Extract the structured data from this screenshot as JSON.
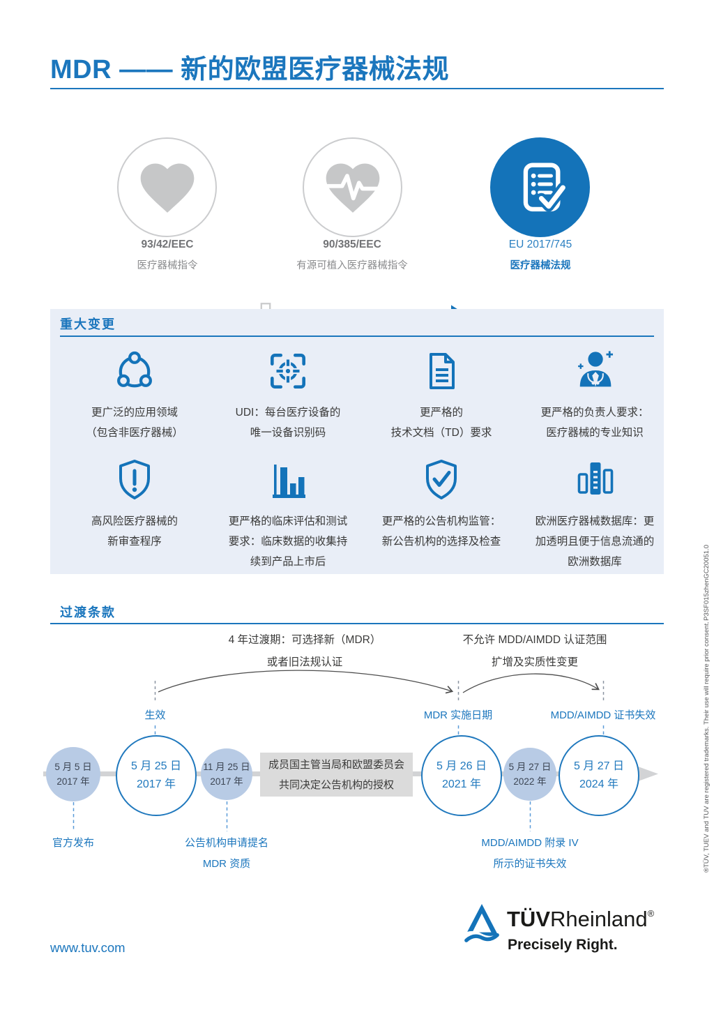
{
  "header": {
    "title": "MDR —— 新的欧盟医疗器械法规"
  },
  "evolution": {
    "items": [
      {
        "code": "93/42/EEC",
        "name": "医疗器械指令"
      },
      {
        "code": "90/385/EEC",
        "name": "有源可植入医疗器械指令"
      },
      {
        "code": "EU 2017/745",
        "name": "医疗器械法规"
      }
    ]
  },
  "changes": {
    "title": "重大变更",
    "items": [
      {
        "line1": "更广泛的应用领域",
        "line2": "（包含非医疗器械）"
      },
      {
        "line1": "UDI：每台医疗设备的",
        "line2": "唯一设备识别码"
      },
      {
        "line1": "更严格的",
        "line2": "技术文档（TD）要求"
      },
      {
        "line1": "更严格的负责人要求：",
        "line2": "医疗器械的专业知识"
      },
      {
        "line1": "高风险医疗器械的",
        "line2": "新审查程序"
      },
      {
        "line1": "更严格的临床评估和测试",
        "line2": "要求：临床数据的收集持",
        "line3": "续到产品上市后"
      },
      {
        "line1": "更严格的公告机构监管：",
        "line2": "新公告机构的选择及检查"
      },
      {
        "line1": "欧洲医疗器械数据库：更",
        "line2": "加透明且便于信息流通的",
        "line3": "欧洲数据库"
      }
    ]
  },
  "transition": {
    "title": "过渡条款",
    "note_left_1": "4 年过渡期：可选择新（MDR）",
    "note_left_2": "或者旧法规认证",
    "note_right_1": "不允许 MDD/AIMDD 认证范围",
    "note_right_2": "扩增及实质性变更",
    "label_effective": "生效",
    "label_mdr_date": "MDR 实施日期",
    "label_mdd_expiry": "MDD/AIMDD 证书失效",
    "milestones": [
      {
        "date": "5 月 5 日",
        "year": "2017 年"
      },
      {
        "date": "5 月 25 日",
        "year": "2017 年"
      },
      {
        "date": "11 月 25 日",
        "year": "2017 年"
      },
      {
        "date": "5 月 26 日",
        "year": "2021 年"
      },
      {
        "date": "5 月 27 日",
        "year": "2022 年"
      },
      {
        "date": "5 月 27 日",
        "year": "2024 年"
      }
    ],
    "box_line1": "成员国主管当局和欧盟委员会",
    "box_line2": "共同决定公告机构的授权",
    "bottom_label_1": "官方发布",
    "bottom_label_2a": "公告机构申请提名",
    "bottom_label_2b": "MDR 资质",
    "bottom_label_3a": "MDD/AIMDD 附录 IV",
    "bottom_label_3b": "所示的证书失效"
  },
  "footer": {
    "website": "www.tuv.com",
    "brand_tuv": "TÜV",
    "brand_rheinland": "Rheinland",
    "brand_reg": "®",
    "tagline": "Precisely Right."
  },
  "side": {
    "trademark_note": "®TÜV, TUEV and TUV are registered trademarks. Their use will require prior consent.",
    "doc_code": "P3SF015zhenGC20051.0"
  },
  "colors": {
    "brand_blue": "#1b76bd",
    "icon_blue": "#1473b9",
    "panel_bg": "#e9eef7",
    "gray_icon": "#c6c7c8",
    "timeline_fill": "#b8cbe5"
  }
}
